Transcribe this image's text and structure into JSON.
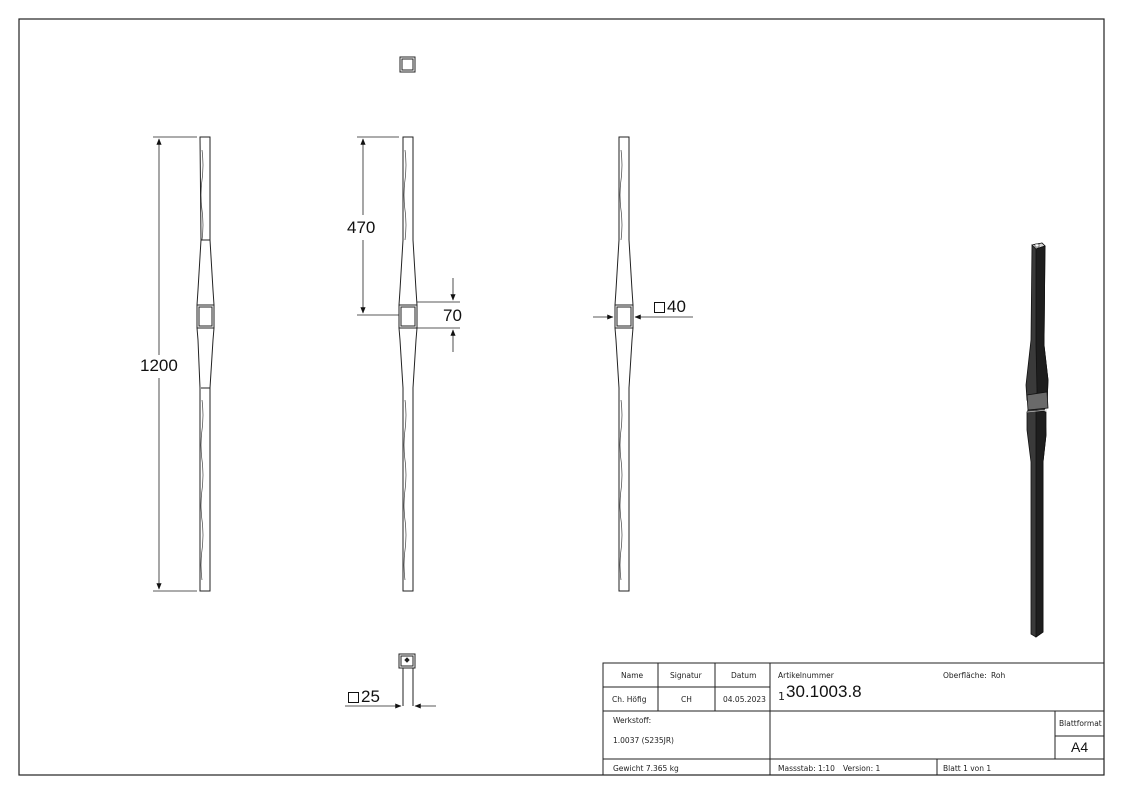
{
  "dimensions": {
    "overall_length": "1200",
    "upper_length": "470",
    "collar_height": "70",
    "collar_square": "40",
    "bar_square": "25"
  },
  "title_block": {
    "headers": {
      "name": "Name",
      "signature": "Signatur",
      "date": "Datum"
    },
    "row": {
      "name": "Ch. Höfig",
      "signature": "CH",
      "date": "04.05.2023"
    },
    "article_label": "Artikelnummer",
    "article_number": "30.1003.8",
    "article_prefix": "1",
    "surface_label": "Oberfläche:",
    "surface_value": "Roh",
    "material_label": "Werkstoff:",
    "material_value": "1.0037 (S235JR)",
    "sheet_format_label": "Blattformat",
    "sheet_format_value": "A4",
    "weight": "Gewicht 7.365 kg",
    "scale": "Massstab: 1:10",
    "version": "Version: 1",
    "sheet": "Blatt 1 von 1"
  }
}
